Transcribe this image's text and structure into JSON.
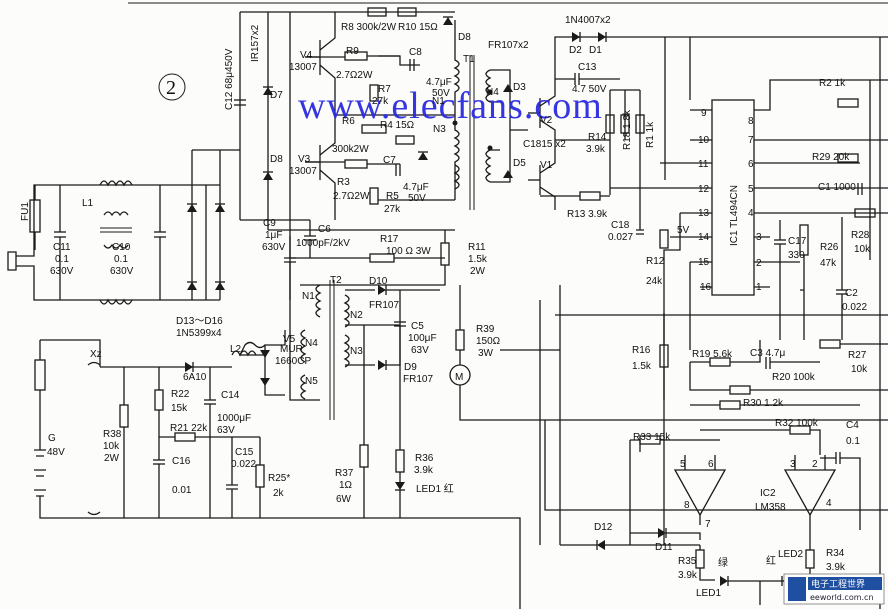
{
  "section_number": "2",
  "watermark": "www.elecfans.com",
  "logo": {
    "cn": "电子工程世界",
    "url": "eeworld.com.cn"
  },
  "labels": [
    {
      "id": "fu1",
      "text": "FU1"
    },
    {
      "id": "l1",
      "text": "L1"
    },
    {
      "id": "c11",
      "text": "C11"
    },
    {
      "id": "c11v",
      "text": "0.1"
    },
    {
      "id": "c11r",
      "text": "630V"
    },
    {
      "id": "c10",
      "text": "C10"
    },
    {
      "id": "c10v",
      "text": "0.1"
    },
    {
      "id": "c10r",
      "text": "630V"
    },
    {
      "id": "c12",
      "text": "C12 68μ450V"
    },
    {
      "id": "d7a",
      "text": "IR157x2"
    },
    {
      "id": "d7",
      "text": "D7"
    },
    {
      "id": "d8l",
      "text": "D8"
    },
    {
      "id": "v4",
      "text": "V4"
    },
    {
      "id": "v4m",
      "text": "13007"
    },
    {
      "id": "v3",
      "text": "V3"
    },
    {
      "id": "v3m",
      "text": "13007"
    },
    {
      "id": "r8",
      "text": "R8  300k/2W"
    },
    {
      "id": "r10",
      "text": "R10  15Ω"
    },
    {
      "id": "d8r",
      "text": "D8"
    },
    {
      "id": "r9",
      "text": "R9"
    },
    {
      "id": "r9v",
      "text": "2.7Ω2W"
    },
    {
      "id": "c8",
      "text": "C8"
    },
    {
      "id": "c8v",
      "text": "4.7μF"
    },
    {
      "id": "c8r",
      "text": "50V"
    },
    {
      "id": "r7",
      "text": "R7"
    },
    {
      "id": "r7v",
      "text": "27k"
    },
    {
      "id": "r6",
      "text": "R6"
    },
    {
      "id": "r4",
      "text": "R4  15Ω"
    },
    {
      "id": "r6v",
      "text": "300k2W"
    },
    {
      "id": "c7",
      "text": "C7"
    },
    {
      "id": "c7v",
      "text": "4.7μF"
    },
    {
      "id": "c7r",
      "text": "50V"
    },
    {
      "id": "r3",
      "text": "R3"
    },
    {
      "id": "r3v",
      "text": "2.7Ω2W"
    },
    {
      "id": "r5",
      "text": "R5"
    },
    {
      "id": "r5v",
      "text": "27k"
    },
    {
      "id": "n1",
      "text": "N1"
    },
    {
      "id": "n3",
      "text": "N3"
    },
    {
      "id": "t1",
      "text": "T1"
    },
    {
      "id": "fr107x2",
      "text": "FR107x2"
    },
    {
      "id": "n4a",
      "text": "N4"
    },
    {
      "id": "d3",
      "text": "D3"
    },
    {
      "id": "d5",
      "text": "D5"
    },
    {
      "id": "v2",
      "text": "V2"
    },
    {
      "id": "v1",
      "text": "V1"
    },
    {
      "id": "c1815",
      "text": "C1815 x2"
    },
    {
      "id": "d4007",
      "text": "1N4007x2"
    },
    {
      "id": "d2",
      "text": "D2"
    },
    {
      "id": "d1",
      "text": "D1"
    },
    {
      "id": "c13",
      "text": "C13"
    },
    {
      "id": "c13v",
      "text": "4.7  50V"
    },
    {
      "id": "r14",
      "text": "R14"
    },
    {
      "id": "r14v",
      "text": "3.9k"
    },
    {
      "id": "r18",
      "text": "R18 1.8k"
    },
    {
      "id": "r1",
      "text": "R1  1k"
    },
    {
      "id": "r2",
      "text": "R2   1k"
    },
    {
      "id": "r29",
      "text": "R29   20k"
    },
    {
      "id": "c1",
      "text": "C1   1000"
    },
    {
      "id": "r13",
      "text": "R13  3.9k"
    },
    {
      "id": "ic1",
      "text": "IC1  TL494CN"
    },
    {
      "id": "p9",
      "text": "9"
    },
    {
      "id": "p10",
      "text": "10"
    },
    {
      "id": "p11",
      "text": "11"
    },
    {
      "id": "p12",
      "text": "12"
    },
    {
      "id": "p13",
      "text": "13"
    },
    {
      "id": "p14",
      "text": "14"
    },
    {
      "id": "p15",
      "text": "15"
    },
    {
      "id": "p16",
      "text": "16"
    },
    {
      "id": "p8",
      "text": "8"
    },
    {
      "id": "p7",
      "text": "7"
    },
    {
      "id": "p6",
      "text": "6"
    },
    {
      "id": "p5",
      "text": "5"
    },
    {
      "id": "p4",
      "text": "4"
    },
    {
      "id": "p3",
      "text": "3"
    },
    {
      "id": "p2",
      "text": "2"
    },
    {
      "id": "p1",
      "text": "1"
    },
    {
      "id": "c18",
      "text": "C18"
    },
    {
      "id": "c18v",
      "text": "0.027"
    },
    {
      "id": "r12",
      "text": "R12"
    },
    {
      "id": "r12v",
      "text": "24k"
    },
    {
      "id": "v5",
      "text": "5V"
    },
    {
      "id": "c17",
      "text": "C17"
    },
    {
      "id": "c17v",
      "text": "330"
    },
    {
      "id": "r26",
      "text": "R26"
    },
    {
      "id": "r26v",
      "text": "47k"
    },
    {
      "id": "r28",
      "text": "R28"
    },
    {
      "id": "r28v",
      "text": "10k"
    },
    {
      "id": "c2",
      "text": "C2"
    },
    {
      "id": "c2v",
      "text": "0.022"
    },
    {
      "id": "c9",
      "text": "C9"
    },
    {
      "id": "c9v",
      "text": "1μF"
    },
    {
      "id": "c9r",
      "text": "630V"
    },
    {
      "id": "c6",
      "text": "C6"
    },
    {
      "id": "c6v",
      "text": "1000pF/2kV"
    },
    {
      "id": "r17",
      "text": "R17"
    },
    {
      "id": "r17v",
      "text": "100 Ω  3W"
    },
    {
      "id": "r11",
      "text": "R11"
    },
    {
      "id": "r11v",
      "text": "1.5k"
    },
    {
      "id": "r11r",
      "text": "2W"
    },
    {
      "id": "d13",
      "text": "D13～D16"
    },
    {
      "id": "d13v",
      "text": "1N5399x4"
    },
    {
      "id": "n1b",
      "text": "N1"
    },
    {
      "id": "t2",
      "text": "T2"
    },
    {
      "id": "d10",
      "text": "D10"
    },
    {
      "id": "d10v",
      "text": "FR107"
    },
    {
      "id": "n2",
      "text": "N2"
    },
    {
      "id": "n3b",
      "text": "N3"
    },
    {
      "id": "n4b",
      "text": "N4"
    },
    {
      "id": "n5",
      "text": "N5"
    },
    {
      "id": "c5",
      "text": "C5"
    },
    {
      "id": "c5v",
      "text": "100μF"
    },
    {
      "id": "c5r",
      "text": "63V"
    },
    {
      "id": "d9",
      "text": "D9"
    },
    {
      "id": "d9v",
      "text": "FR107"
    },
    {
      "id": "r39",
      "text": "R39"
    },
    {
      "id": "r39v",
      "text": "150Ω"
    },
    {
      "id": "r39r",
      "text": "3W"
    },
    {
      "id": "m",
      "text": "M"
    },
    {
      "id": "v5d",
      "text": "V5"
    },
    {
      "id": "mur",
      "text": "MUR"
    },
    {
      "id": "mur2",
      "text": "1660CP"
    },
    {
      "id": "l2",
      "text": "L2"
    },
    {
      "id": "xz",
      "text": "Xz"
    },
    {
      "id": "a10",
      "text": "6A10"
    },
    {
      "id": "r22",
      "text": "R22"
    },
    {
      "id": "r22v",
      "text": "15k"
    },
    {
      "id": "c14",
      "text": "C14"
    },
    {
      "id": "c14v",
      "text": "1000μF"
    },
    {
      "id": "c14r",
      "text": "63V"
    },
    {
      "id": "r21",
      "text": "R21  22k"
    },
    {
      "id": "r38",
      "text": "R38"
    },
    {
      "id": "r38v",
      "text": "10k"
    },
    {
      "id": "r38r",
      "text": "2W"
    },
    {
      "id": "g",
      "text": "G"
    },
    {
      "id": "gv",
      "text": "48V"
    },
    {
      "id": "c16",
      "text": "C16"
    },
    {
      "id": "c16v",
      "text": "0.01"
    },
    {
      "id": "c15",
      "text": "C15"
    },
    {
      "id": "c15v",
      "text": "0.022"
    },
    {
      "id": "r25",
      "text": "R25*"
    },
    {
      "id": "r25v",
      "text": "2k"
    },
    {
      "id": "r37",
      "text": "R37"
    },
    {
      "id": "r37v",
      "text": "1Ω"
    },
    {
      "id": "r37r",
      "text": "6W"
    },
    {
      "id": "r36",
      "text": "R36"
    },
    {
      "id": "r36v",
      "text": "3.9k"
    },
    {
      "id": "led1a",
      "text": "LED1 红"
    },
    {
      "id": "r16",
      "text": "R16"
    },
    {
      "id": "r16v",
      "text": "1.5k"
    },
    {
      "id": "r19",
      "text": "R19  5.6k"
    },
    {
      "id": "c3",
      "text": "C3  4.7μ"
    },
    {
      "id": "r20",
      "text": "R20   100k"
    },
    {
      "id": "r27",
      "text": "R27"
    },
    {
      "id": "r27v",
      "text": "10k"
    },
    {
      "id": "r30",
      "text": "R30  1.2k"
    },
    {
      "id": "r33",
      "text": "R33   15k"
    },
    {
      "id": "r32",
      "text": "R32   100k"
    },
    {
      "id": "c4",
      "text": "C4"
    },
    {
      "id": "c4v",
      "text": "0.1"
    },
    {
      "id": "o5",
      "text": "5"
    },
    {
      "id": "o6",
      "text": "6"
    },
    {
      "id": "o3",
      "text": "3"
    },
    {
      "id": "o2",
      "text": "2"
    },
    {
      "id": "o8",
      "text": "8"
    },
    {
      "id": "o7",
      "text": "7"
    },
    {
      "id": "o4",
      "text": "4"
    },
    {
      "id": "ic2",
      "text": "IC2"
    },
    {
      "id": "ic2v",
      "text": "LM358"
    },
    {
      "id": "d12",
      "text": "D12"
    },
    {
      "id": "d11",
      "text": "D11"
    },
    {
      "id": "r35",
      "text": "R35"
    },
    {
      "id": "r35v",
      "text": "3.9k"
    },
    {
      "id": "green",
      "text": "绿"
    },
    {
      "id": "red",
      "text": "红"
    },
    {
      "id": "led2",
      "text": "LED2"
    },
    {
      "id": "r34",
      "text": "R34"
    },
    {
      "id": "r34v",
      "text": "3.9k"
    },
    {
      "id": "led1b",
      "text": "LED1"
    }
  ]
}
